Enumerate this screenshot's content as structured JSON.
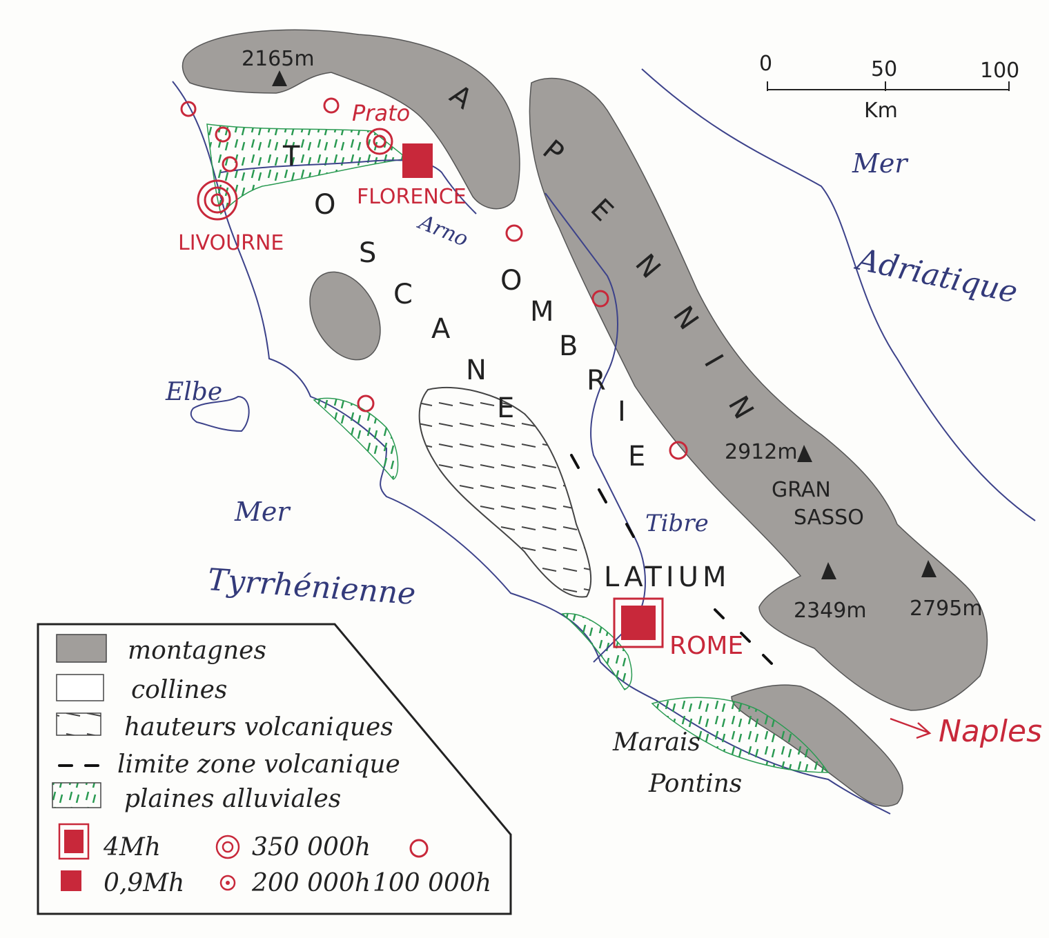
{
  "regions": {
    "toscane": [
      "T",
      "O",
      "S",
      "C",
      "A",
      "N",
      "E"
    ],
    "ombrie": [
      "O",
      "M",
      "B",
      "R",
      "I",
      "E"
    ],
    "latium": "LATIUM",
    "apennin": [
      "A",
      "P",
      "E",
      "N",
      "N",
      "I",
      "N"
    ]
  },
  "seas": {
    "adriatic_1": "Mer",
    "adriatic_2": "Adriatique",
    "tyrrhenian_1": "Mer",
    "tyrrhenian_2": "Tyrrhénienne"
  },
  "islands": {
    "elba": "Elbe"
  },
  "rivers": {
    "arno": "Arno",
    "tiber": "Tibre"
  },
  "cities": {
    "florence": "FLORENCE",
    "prato": "Prato",
    "livorno": "LIVOURNE",
    "rome": "ROME",
    "naples": "Naples"
  },
  "places": {
    "marais_1": "Marais",
    "marais_2": "Pontins"
  },
  "peaks": {
    "p1": "2165m",
    "p2": "2912m",
    "gran_1": "GRAN",
    "gran_2": "SASSO",
    "p3": "2349m",
    "p4": "2795m"
  },
  "scale": {
    "t0": "0",
    "t50": "50",
    "t100": "100",
    "unit": "Km"
  },
  "legend": {
    "mountains": "montagnes",
    "hills": "collines",
    "volcanic": "hauteurs volcaniques",
    "volcanic_limit": "limite zone volcanique",
    "alluvial": "plaines alluviales",
    "pop_4m": "4Mh",
    "pop_350k": "350 000h",
    "pop_09m": "0,9Mh",
    "pop_200k": "200 000h",
    "pop_100k": "100 000h"
  },
  "colors": {
    "mountain": "#a19e9b",
    "coast": "#3c428a",
    "city": "#c8283a",
    "alluvial": "#2a9a52"
  }
}
